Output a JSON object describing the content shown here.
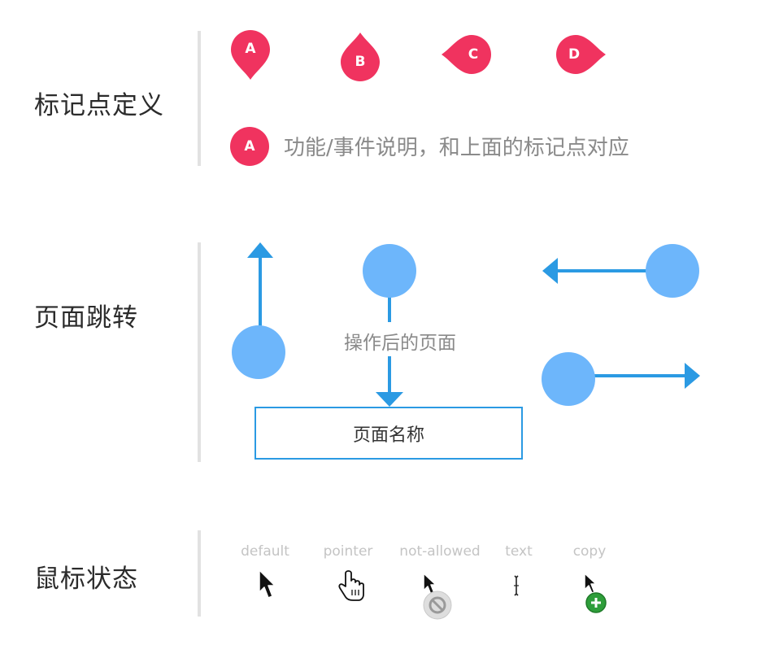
{
  "sections": {
    "markers": {
      "title": "标记点定义",
      "markers": [
        "A",
        "B",
        "C",
        "D"
      ],
      "description_marker": "A",
      "description": "功能/事件说明，和上面的标记点对应"
    },
    "page_jump": {
      "title": "页面跳转",
      "after_label": "操作后的页面",
      "page_name": "页面名称"
    },
    "mouse_state": {
      "title": "鼠标状态",
      "cursors": [
        "default",
        "pointer",
        "not-allowed",
        "text",
        "copy"
      ]
    }
  },
  "colors": {
    "marker": "#f0335f",
    "arrow": "#2b9ae3",
    "circle": "#6db6fb",
    "divider": "#e2e2e2"
  }
}
